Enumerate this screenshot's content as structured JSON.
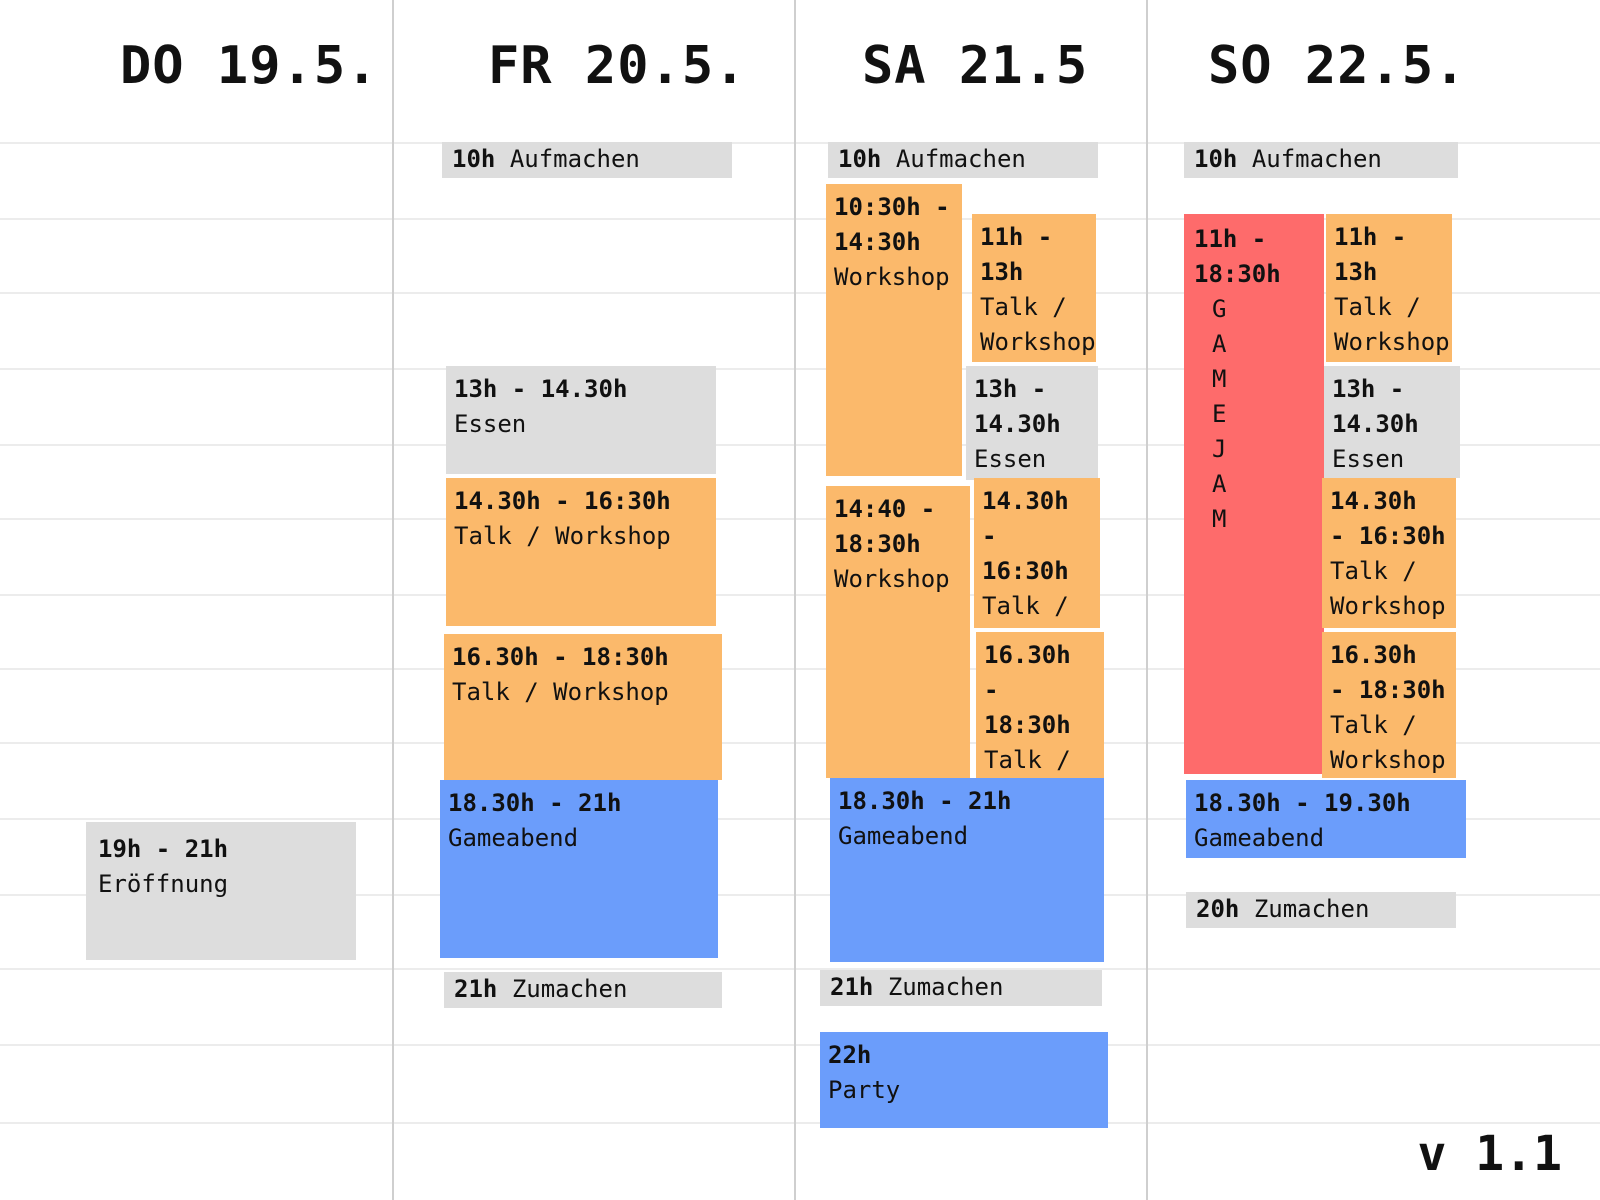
{
  "days": {
    "do": {
      "label": "DO 19.5."
    },
    "fr": {
      "label": "FR 20.5."
    },
    "sa": {
      "label": "SA 21.5"
    },
    "so": {
      "label": "SO 22.5."
    }
  },
  "events": {
    "do_eroeffnung": {
      "time": "19h - 21h",
      "title": "Eröffnung",
      "color": "#dddddd"
    },
    "fr_aufmachen": {
      "time": "10h",
      "title": "Aufmachen",
      "color": "#dddddd"
    },
    "fr_essen": {
      "time": "13h - 14.30h",
      "title": "Essen",
      "color": "#dddddd"
    },
    "fr_talk1": {
      "time": "14.30h - 16:30h",
      "title": "Talk / Workshop",
      "color": "#fbb96b"
    },
    "fr_talk2": {
      "time": "16.30h - 18:30h",
      "title": "Talk / Workshop",
      "color": "#fbb96b"
    },
    "fr_gameabend": {
      "time": "18.30h - 21h",
      "title": "Gameabend",
      "color": "#6b9dfb"
    },
    "fr_zumachen": {
      "time": "21h",
      "title": "Zumachen",
      "color": "#dddddd"
    },
    "sa_aufmachen": {
      "time": "10h",
      "title": "Aufmachen",
      "color": "#dddddd"
    },
    "sa_workshop1": {
      "time": "10:30h -\n14:30h",
      "title": "Workshop",
      "color": "#fbb96b"
    },
    "sa_talk1": {
      "time": "11h -\n13h",
      "title": "Talk /\nWorkshop",
      "color": "#fbb96b"
    },
    "sa_essen": {
      "time": "13h -\n14.30h",
      "title": "Essen",
      "color": "#dddddd"
    },
    "sa_workshop2": {
      "time": "14:40 -\n18:30h",
      "title": "Workshop",
      "color": "#fbb96b"
    },
    "sa_talk2": {
      "time": "14.30h\n- 16:30h",
      "title": "Talk /\nWorkshop",
      "color": "#fbb96b"
    },
    "sa_talk3": {
      "time": "16.30h\n- 18:30h",
      "title": "Talk /\nWorkshop",
      "color": "#fbb96b"
    },
    "sa_gameabend": {
      "time": "18.30h - 21h",
      "title": "Gameabend",
      "color": "#6b9dfb"
    },
    "sa_zumachen": {
      "time": "21h",
      "title": "Zumachen",
      "color": "#dddddd"
    },
    "sa_party": {
      "time": "22h",
      "title": "Party",
      "color": "#6b9dfb"
    },
    "so_aufmachen": {
      "time": "10h",
      "title": "Aufmachen",
      "color": "#dddddd"
    },
    "so_gamejam": {
      "time": "11h -\n18:30h",
      "letters": [
        "G",
        "A",
        "M",
        "E",
        "J",
        "A",
        "M"
      ],
      "color": "#fe6b6b"
    },
    "so_talk1": {
      "time": "11h -\n13h",
      "title": "Talk /\nWorkshop",
      "color": "#fbb96b"
    },
    "so_essen": {
      "time": "13h -\n14.30h",
      "title": "Essen",
      "color": "#dddddd"
    },
    "so_talk2": {
      "time": "14.30h\n- 16:30h",
      "title": "Talk /\nWorkshop",
      "color": "#fbb96b"
    },
    "so_talk3": {
      "time": "16.30h\n- 18:30h",
      "title": "Talk /\nWorkshop",
      "color": "#fbb96b"
    },
    "so_gameabend": {
      "time": "18.30h - 19.30h",
      "title": "Gameabend",
      "color": "#6b9dfb"
    },
    "so_zumachen": {
      "time": "20h",
      "title": "Zumachen",
      "color": "#dddddd"
    }
  },
  "version": "v 1.1"
}
